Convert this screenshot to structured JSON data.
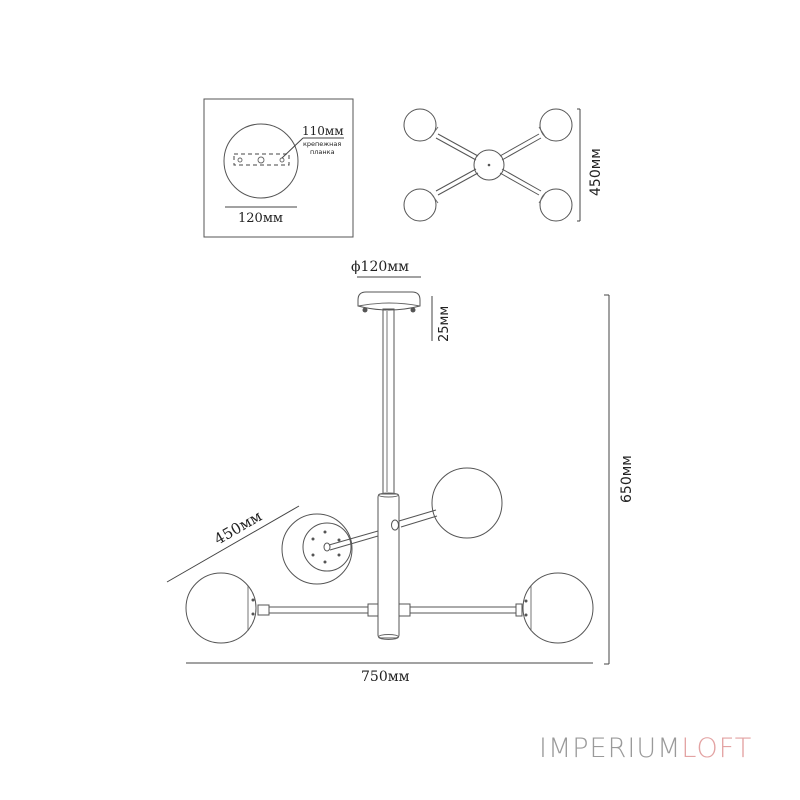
{
  "diagram": {
    "type": "technical-drawing",
    "subject": "4-arm globe pendant chandelier",
    "mount_plate_view": {
      "plate_label": "110мм",
      "plate_note_line1": "крепежная",
      "plate_note_line2": "планка",
      "canopy_width": "120мм"
    },
    "top_view": {
      "depth": "450мм"
    },
    "front_view": {
      "canopy_diameter": "ϕ120мм",
      "canopy_height": "25мм",
      "total_height": "650мм",
      "arm_depth": "450мм",
      "total_width": "750мм"
    }
  },
  "brand": {
    "part1": "IMPERIUM",
    "part2": "LOFT",
    "color1": "#9a9a9a",
    "color2": "#e3a3a3"
  }
}
